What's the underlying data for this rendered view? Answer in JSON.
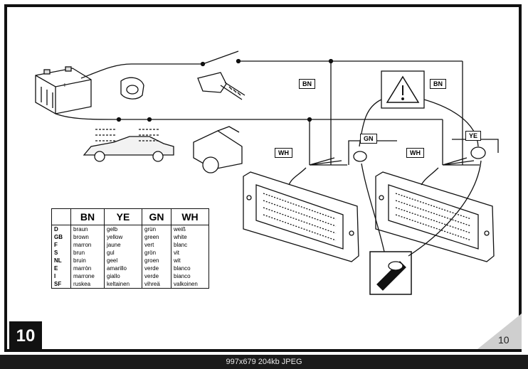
{
  "page": {
    "number_badge": "10",
    "corner_number": "10"
  },
  "caption": "997x679  204kb  JPEG",
  "labels": {
    "bn_left": "BN",
    "bn_right": "BN",
    "gn": "GN",
    "ye": "YE",
    "wh_left": "WH",
    "wh_right": "WH"
  },
  "table": {
    "headers": [
      "",
      "BN",
      "YE",
      "GN",
      "WH"
    ],
    "rows": [
      [
        "D",
        "braun",
        "gelb",
        "grün",
        "weiß"
      ],
      [
        "GB",
        "brown",
        "yellow",
        "green",
        "white"
      ],
      [
        "F",
        "marron",
        "jaune",
        "vert",
        "blanc"
      ],
      [
        "S",
        "brun",
        "gul",
        "grön",
        "vit"
      ],
      [
        "NL",
        "bruin",
        "geel",
        "groen",
        "wit"
      ],
      [
        "E",
        "marròn",
        "amarillo",
        "verde",
        "blanco"
      ],
      [
        "I",
        "marrone",
        "giallo",
        "verde",
        "bianco"
      ],
      [
        "SF",
        "ruskea",
        "keltainen",
        "vihreä",
        "valkoinen"
      ]
    ]
  },
  "colors": {
    "ink": "#111111",
    "badge_bg": "#111111",
    "corner_gray": "#cfcfcf"
  }
}
